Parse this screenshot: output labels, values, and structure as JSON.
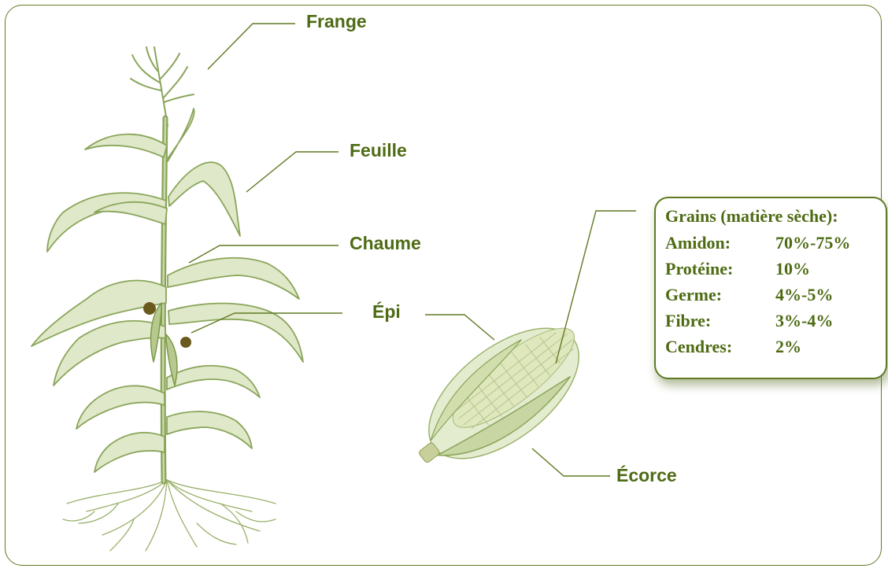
{
  "labels": {
    "frange": "Frange",
    "feuille": "Feuille",
    "chaume": "Chaume",
    "epi": "Épi",
    "ecorce": "Écorce"
  },
  "composition": {
    "title": "Grains (matière sèche):",
    "rows": [
      {
        "name": "Amidon:",
        "value": "70%-75%"
      },
      {
        "name": "Protéine:",
        "value": "10%"
      },
      {
        "name": "Germe:",
        "value": "4%-5%"
      },
      {
        "name": "Fibre:",
        "value": "3%-4%"
      },
      {
        "name": "Cendres:",
        "value": "2%"
      }
    ]
  },
  "colors": {
    "text": "#4e6b14",
    "line": "#5f7a22",
    "plant": "#8aa55a",
    "plant_light": "#c9d8a8",
    "silk": "#6b5a1e"
  }
}
